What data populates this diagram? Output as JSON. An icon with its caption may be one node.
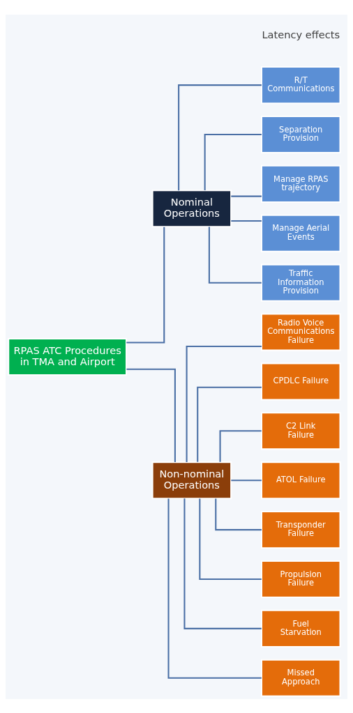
{
  "diagram": {
    "nodes": [
      {
        "text": [
          "RPAS ATC Procedures in TMA and Airport"
        ]
      },
      {
        "text": [
          "Nominal Operations"
        ]
      },
      {
        "text": [
          "Non-nominal Operations"
        ]
      },
      {
        "text": [
          "R/T Communications"
        ]
      },
      {
        "text": [
          "Separation Provision"
        ]
      },
      {
        "text": [
          "Manage RPAS trajectory"
        ]
      },
      {
        "text": [
          "Manage Aerial Events"
        ]
      },
      {
        "text": [
          "Traffic Information Provision"
        ]
      },
      {
        "text": [
          "Radio Voice Communications Failure"
        ]
      },
      {
        "text": [
          "CPDLC Failure"
        ]
      },
      {
        "text": [
          "C2 Link Failure"
        ]
      },
      {
        "text": [
          "ATOL Failure"
        ]
      },
      {
        "text": [
          "Transponder Failure"
        ]
      },
      {
        "text": [
          "Propulsion Failure"
        ]
      },
      {
        "text": [
          "Fuel Starvation"
        ]
      },
      {
        "text": [
          "Missed Approach"
        ]
      }
    ],
    "edges": [
      {
        "from": 0,
        "to": 1,
        "arrow": "none"
      },
      {
        "from": 0,
        "to": 2,
        "arrow": "none"
      },
      {
        "from": 1,
        "to": 3,
        "arrow": "none"
      },
      {
        "from": 1,
        "to": 4,
        "arrow": "none"
      },
      {
        "from": 1,
        "to": 5,
        "arrow": "none"
      },
      {
        "from": 1,
        "to": 6,
        "arrow": "none"
      },
      {
        "from": 1,
        "to": 7,
        "arrow": "none"
      },
      {
        "from": 2,
        "to": 8,
        "arrow": "none"
      },
      {
        "from": 2,
        "to": 9,
        "arrow": "none"
      },
      {
        "from": 2,
        "to": 10,
        "arrow": "none"
      },
      {
        "from": 2,
        "to": 11,
        "arrow": "none"
      },
      {
        "from": 2,
        "to": 12,
        "arrow": "none"
      },
      {
        "from": 2,
        "to": 13,
        "arrow": "none"
      },
      {
        "from": 2,
        "to": 14,
        "arrow": "none"
      },
      {
        "from": 2,
        "to": 15,
        "arrow": "none"
      }
    ],
    "labels": [
      "Latency effects"
    ]
  }
}
